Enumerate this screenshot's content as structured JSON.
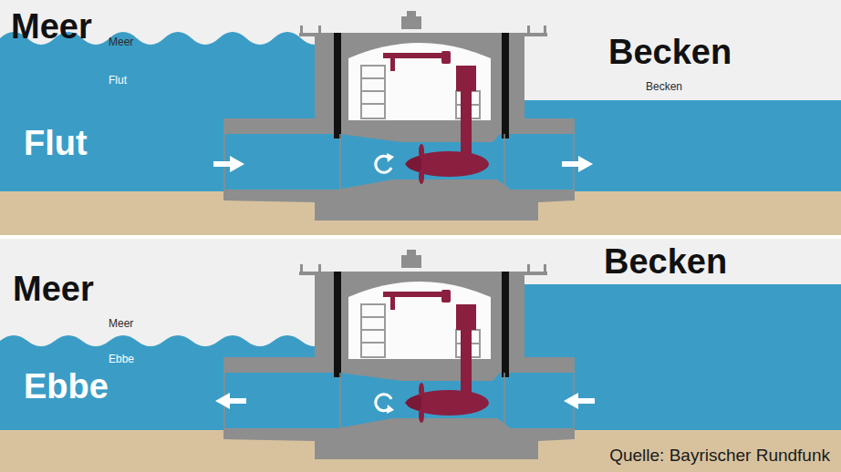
{
  "diagram": {
    "caption": "Quelle: Bayrischer Rundfunk",
    "labels": [
      "Meer",
      "Meer",
      "Flut",
      "Flut",
      "Becken",
      "Becken",
      "Meer",
      "Meer",
      "Ebbe",
      "Ebbe",
      "Becken"
    ]
  }
}
